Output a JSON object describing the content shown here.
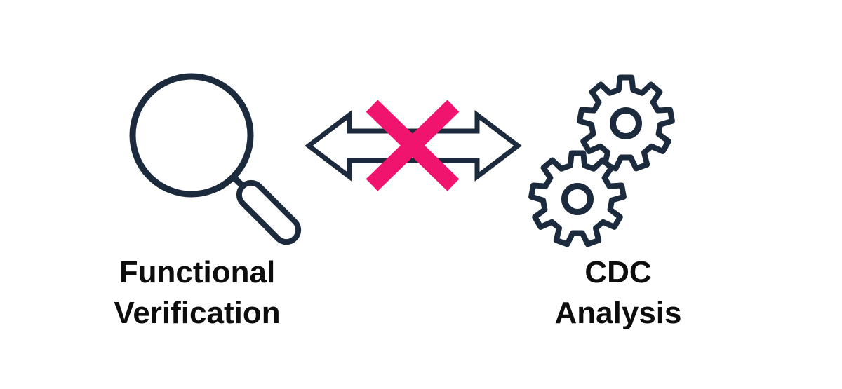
{
  "colors": {
    "navy": "#1B2A3C",
    "pink": "#F0146E",
    "text": "#0D0D0D",
    "white": "#FFFFFF"
  },
  "diagram": {
    "left": {
      "icon": "magnifier-icon",
      "lines": [
        "Functional",
        "Verification"
      ]
    },
    "relation": {
      "arrow_icon": "double-headed-arrow-icon",
      "cross_icon": "crossout-x-icon"
    },
    "right": {
      "icon": "gears-icon",
      "lines": [
        "CDC",
        "Analysis"
      ]
    }
  }
}
